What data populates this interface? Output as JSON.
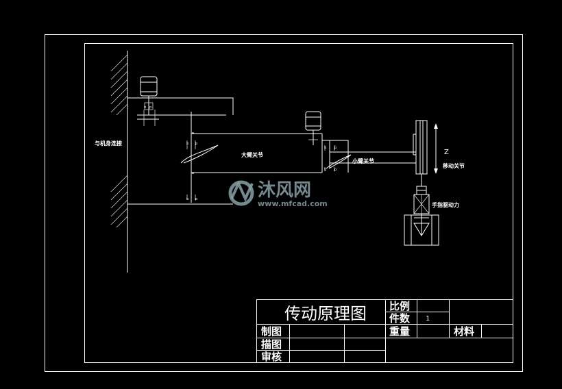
{
  "labels": {
    "machine_connection": "与机身连接",
    "big_arm_joint": "大臂关节",
    "small_arm_joint": "小臂关节",
    "z_axis": "Z",
    "move_joint": "移动关节",
    "finger_drive": "手指驱动力"
  },
  "small_marks": {
    "b1": "b",
    "p1": "p",
    "b2": "b",
    "p2": "p",
    "b3": "b",
    "p3": "p",
    "b4": "b",
    "p4": "p",
    "b5": "b",
    "p5": "p",
    "b6": "b",
    "p6": "p"
  },
  "watermark": {
    "name": "沐风网",
    "url": "www.mfcad.com"
  },
  "title_block": {
    "title": "传动原理图",
    "scale_label": "比例",
    "count_label": "件数",
    "count_value": "1",
    "weight_label": "重量",
    "material_label": "材料",
    "drawn_label": "制图",
    "traced_label": "描图",
    "checked_label": "审核"
  },
  "colors": {
    "background": "#000000",
    "line": "#ffffff",
    "watermark": "#8aa0a6"
  }
}
